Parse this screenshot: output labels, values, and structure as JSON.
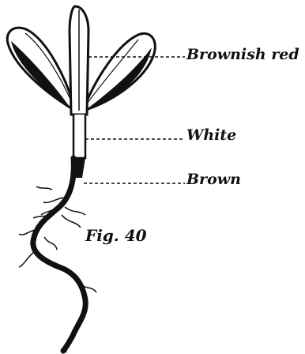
{
  "labels": {
    "brownish_red": "Brownish red",
    "white": "White",
    "brown": "Brown"
  },
  "figure": "Fig. 40",
  "colors": {
    "ink": "#111111",
    "paper": "#ffffff"
  }
}
